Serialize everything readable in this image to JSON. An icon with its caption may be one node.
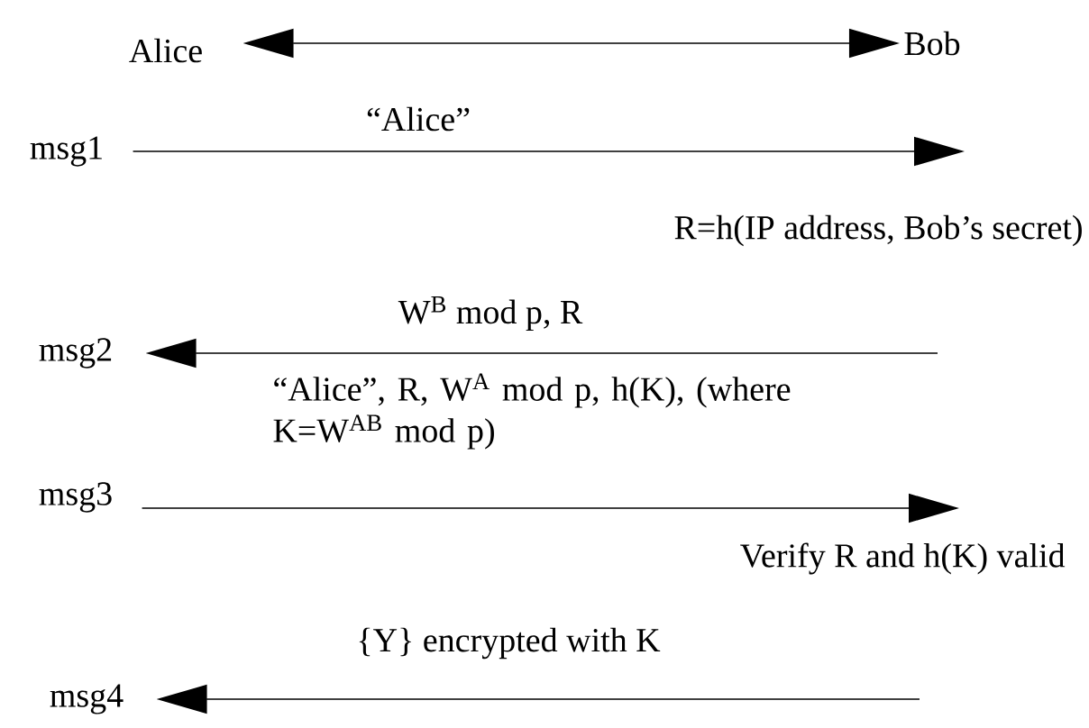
{
  "diagram": {
    "nodes": [
      {
        "text": [
          "Alice"
        ]
      },
      {
        "text": [
          "Bob"
        ]
      },
      {
        "text": [
          "msg1"
        ]
      },
      {
        "text": [
          "msg2"
        ]
      },
      {
        "text": [
          "msg3"
        ]
      },
      {
        "text": [
          "msg4"
        ]
      }
    ],
    "edges": [
      {
        "from": 0,
        "to": 1,
        "arrow": "both"
      },
      {
        "from": 2,
        "to": null,
        "arrow": "to",
        "label": "“Alice”"
      },
      {
        "from": null,
        "to": 3,
        "arrow": "to",
        "label": "W$^{B}$ mod p, R"
      },
      {
        "from": 4,
        "to": null,
        "arrow": "to",
        "label": "“Alice”, R, W$^{A}$ mod p, h(K), (where K=W$^{AB}$ mod p)"
      },
      {
        "from": null,
        "to": 5,
        "arrow": "to",
        "label": "{Y} encrypted with K"
      }
    ],
    "labels": [
      "R=h(IP address, Bob’s secret)",
      "Verify R and h(K) valid"
    ]
  }
}
